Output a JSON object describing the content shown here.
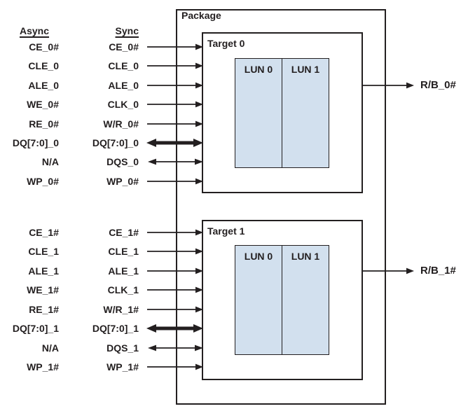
{
  "package": {
    "label": "Package"
  },
  "column_headers": {
    "async": "Async",
    "sync": "Sync"
  },
  "targets": [
    {
      "label": "Target 0",
      "luns": [
        {
          "label": "LUN 0"
        },
        {
          "label": "LUN 1"
        }
      ],
      "ready_busy": "R/B_0#"
    },
    {
      "label": "Target 1",
      "luns": [
        {
          "label": "LUN 0"
        },
        {
          "label": "LUN 1"
        }
      ],
      "ready_busy": "R/B_1#"
    }
  ],
  "signal_groups": [
    {
      "target": "Target 0",
      "rows": [
        {
          "async": "CE_0#",
          "sync": "CE_0#",
          "direction": "input"
        },
        {
          "async": "CLE_0",
          "sync": "CLE_0",
          "direction": "input"
        },
        {
          "async": "ALE_0",
          "sync": "ALE_0",
          "direction": "input"
        },
        {
          "async": "WE_0#",
          "sync": "CLK_0",
          "direction": "input"
        },
        {
          "async": "RE_0#",
          "sync": "W/R_0#",
          "direction": "input"
        },
        {
          "async": "DQ[7:0]_0",
          "sync": "DQ[7:0]_0",
          "direction": "bidirectional-bus"
        },
        {
          "async": "N/A",
          "sync": "DQS_0",
          "direction": "bidirectional"
        },
        {
          "async": "WP_0#",
          "sync": "WP_0#",
          "direction": "input"
        }
      ]
    },
    {
      "target": "Target 1",
      "rows": [
        {
          "async": "CE_1#",
          "sync": "CE_1#",
          "direction": "input"
        },
        {
          "async": "CLE_1",
          "sync": "CLE_1",
          "direction": "input"
        },
        {
          "async": "ALE_1",
          "sync": "ALE_1",
          "direction": "input"
        },
        {
          "async": "WE_1#",
          "sync": "CLK_1",
          "direction": "input"
        },
        {
          "async": "RE_1#",
          "sync": "W/R_1#",
          "direction": "input"
        },
        {
          "async": "DQ[7:0]_1",
          "sync": "DQ[7:0]_1",
          "direction": "bidirectional-bus"
        },
        {
          "async": "N/A",
          "sync": "DQS_1",
          "direction": "bidirectional"
        },
        {
          "async": "WP_1#",
          "sync": "WP_1#",
          "direction": "input"
        }
      ]
    }
  ],
  "colors": {
    "line": "#231f20",
    "lun_fill": "#d2e0ee",
    "background": "#ffffff"
  }
}
